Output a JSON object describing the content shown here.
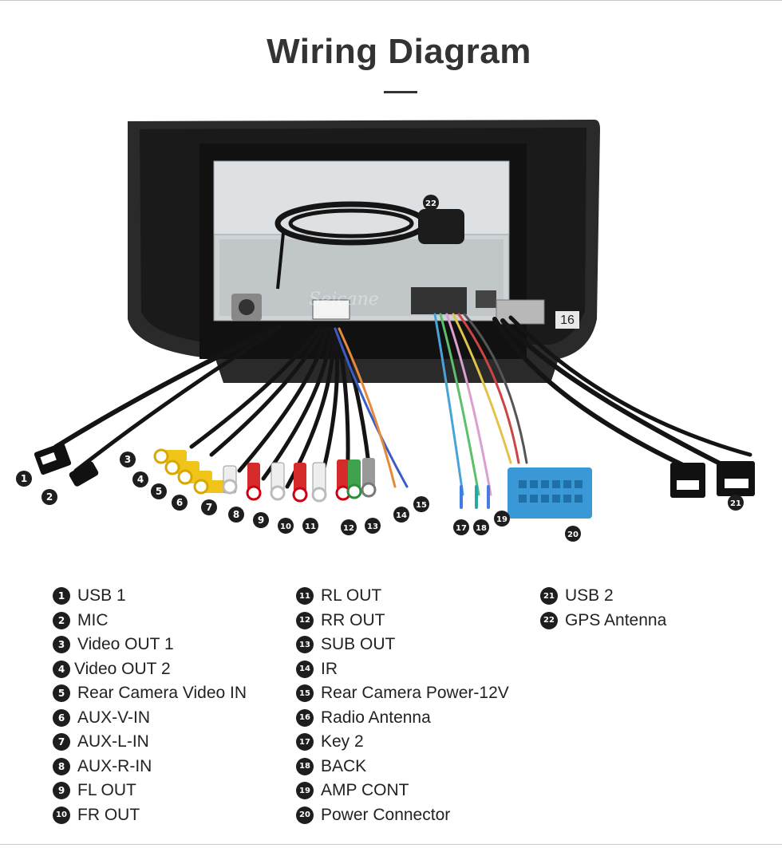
{
  "title": "Wiring Diagram",
  "watermark": "Seicane",
  "legend": {
    "col1": [
      {
        "num": "1",
        "label": "USB 1"
      },
      {
        "num": "2",
        "label": "MIC"
      },
      {
        "num": "3",
        "label": "Video OUT 1"
      },
      {
        "num": "4",
        "label": "Video OUT 2"
      },
      {
        "num": "5",
        "label": "Rear Camera Video IN"
      },
      {
        "num": "6",
        "label": "AUX-V-IN"
      },
      {
        "num": "7",
        "label": "AUX-L-IN"
      },
      {
        "num": "8",
        "label": "AUX-R-IN"
      },
      {
        "num": "9",
        "label": "FL OUT"
      },
      {
        "num": "10",
        "label": "FR OUT"
      }
    ],
    "col2": [
      {
        "num": "11",
        "label": "RL OUT"
      },
      {
        "num": "12",
        "label": "RR OUT"
      },
      {
        "num": "13",
        "label": "SUB OUT"
      },
      {
        "num": "14",
        "label": "IR"
      },
      {
        "num": "15",
        "label": "Rear Camera Power-12V"
      },
      {
        "num": "16",
        "label": "Radio Antenna"
      },
      {
        "num": "17",
        "label": "Key 2"
      },
      {
        "num": "18",
        "label": "BACK"
      },
      {
        "num": "19",
        "label": "AMP CONT"
      },
      {
        "num": "20",
        "label": "Power Connector"
      }
    ],
    "col3": [
      {
        "num": "21",
        "label": "USB 2"
      },
      {
        "num": "22",
        "label": "GPS Antenna"
      }
    ]
  },
  "markers": [
    "1",
    "2",
    "3",
    "4",
    "5",
    "6",
    "7",
    "8",
    "9",
    "10",
    "11",
    "12",
    "13",
    "14",
    "15",
    "16",
    "17",
    "18",
    "19",
    "20",
    "21",
    "22"
  ]
}
